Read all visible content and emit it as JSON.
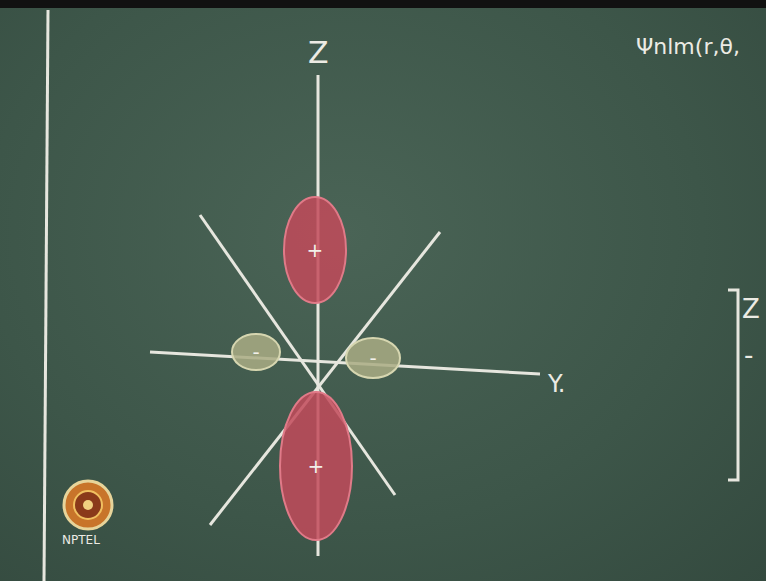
{
  "diagram": {
    "nodes": [
      {
        "text": [
          "+"
        ]
      },
      {
        "text": [
          "-"
        ]
      },
      {
        "text": [
          "-"
        ]
      },
      {
        "text": [
          "+"
        ]
      }
    ],
    "labels": [
      "Z",
      "Y.",
      "Ψnlm(r,θ,",
      "Z",
      "-",
      "NPTEL"
    ]
  }
}
